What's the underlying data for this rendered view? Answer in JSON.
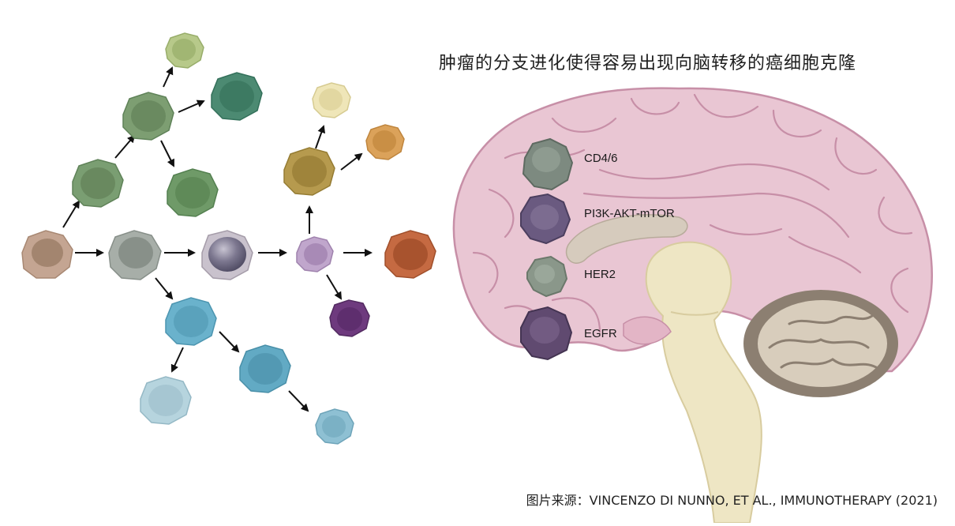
{
  "title": "肿瘤的分支进化使得容易出现向脑转移的癌细胞克隆",
  "credit": "图片来源：VINCENZO DI NUNNO, ET AL., IMMUNOTHERAPY (2021)",
  "targets": [
    {
      "label": "CD4/6",
      "color": "#7d8a80"
    },
    {
      "label": "PI3K-AKT-mTOR",
      "color": "#6a5a80"
    },
    {
      "label": "HER2",
      "color": "#8a978a"
    },
    {
      "label": "EGFR",
      "color": "#604a70"
    }
  ],
  "colors": {
    "brain_pink": "#e9c6d3",
    "brain_outline": "#c78fa7",
    "stem": "#eee6c4",
    "cerebellum_dark": "#8c7f71",
    "corpus_callosum": "#d6cbbd"
  }
}
